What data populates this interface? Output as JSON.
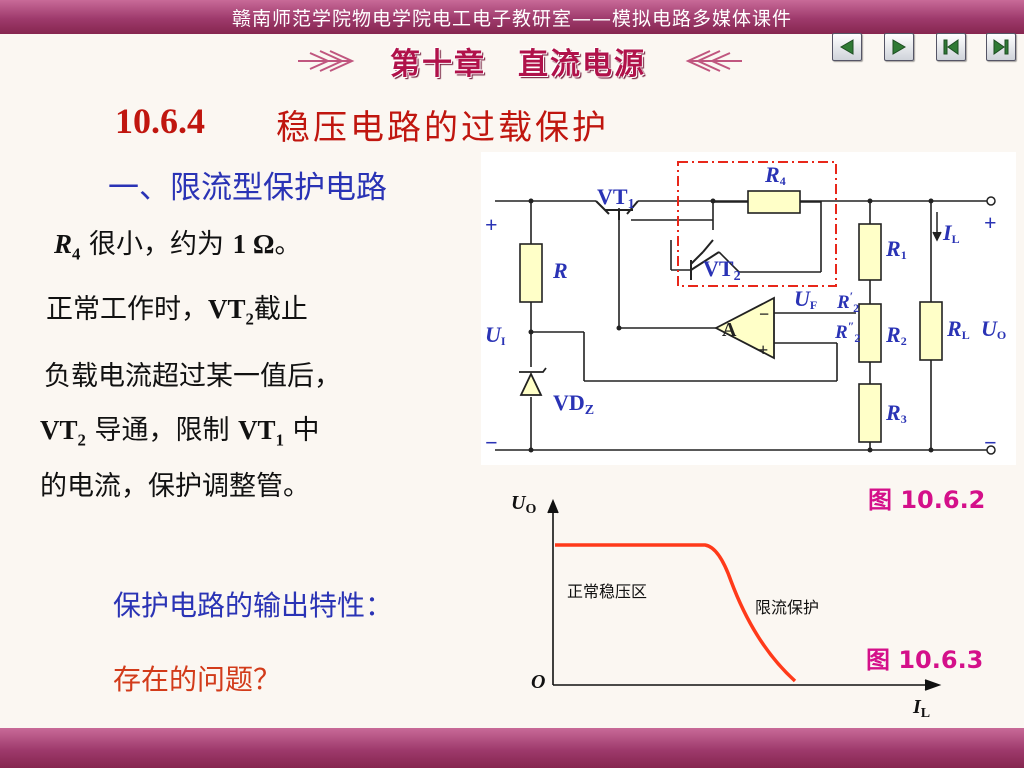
{
  "header": {
    "title": "赣南师范学院物电学院电工电子教研室——模拟电路多媒体课件"
  },
  "chapter": {
    "title": "第十章　直流电源"
  },
  "nav": [
    {
      "name": "prev-slide-icon",
      "glyph": "◀"
    },
    {
      "name": "next-slide-icon",
      "glyph": "▶"
    },
    {
      "name": "first-slide-icon",
      "glyph": "|◀"
    },
    {
      "name": "last-slide-icon",
      "glyph": "▶|"
    }
  ],
  "section": {
    "number": "10.6.4",
    "title": "稳压电路的过载保护"
  },
  "subsection": {
    "title": "一、限流型保护电路"
  },
  "notes": {
    "r4_sym": "R",
    "r4_sub": "4",
    "r4_text": " 很小，约为 ",
    "r4_value": "1 Ω",
    "r4_end": "。",
    "normal_text": "正常工作时，",
    "normal_vt": "VT",
    "normal_sub": "2",
    "normal_end": "截止",
    "overload_line1": "负载电流超过某一值后，",
    "overload_vt2": "VT",
    "overload_vt2_sub": "2",
    "overload_mid": " 导通，限制 ",
    "overload_vt1": "VT",
    "overload_vt1_sub": "1",
    "overload_end": " 中",
    "overload_line3": "的电流，保护调整管。"
  },
  "circuit": {
    "plus_left": "+",
    "plus_right": "+",
    "minus_left": "−",
    "minus_right": "−",
    "vt1": "VT",
    "vt1_sub": "1",
    "vt2": "VT",
    "vt2_sub": "2",
    "r4": "R",
    "r4_sub": "4",
    "r": "R",
    "r1": "R",
    "r1_sub": "1",
    "r2": "R",
    "r2_sub": "2",
    "r3": "R",
    "r3_sub": "3",
    "rl": "R",
    "rl_sub": "L",
    "ui": "U",
    "ui_sub": "I",
    "uo": "U",
    "uo_sub": "O",
    "uf": "U",
    "uf_sub": "F",
    "il": "I",
    "il_sub": "L",
    "vdz": "VD",
    "vdz_sub": "Z",
    "amp": "A",
    "amp_minus": "−",
    "amp_plus": "+",
    "r2p": "R",
    "r2p_sup": "′",
    "r2p_sub": "2",
    "r2pp": "R",
    "r2pp_sup": "″",
    "r2pp_sub": "2"
  },
  "figure_1": {
    "label": "图 10.6.2"
  },
  "graph": {
    "y_axis": "U",
    "y_axis_sub": "O",
    "x_axis": "I",
    "x_axis_sub": "L",
    "origin": "O",
    "region_normal": "正常稳压区",
    "region_limit": "限流保护"
  },
  "figure_2": {
    "label": "图 10.6.3"
  },
  "question_1": "保护电路的输出特性：",
  "question_2": "存在的问题？",
  "colors": {
    "bar": "#9e3a6c",
    "title_red": "#c0160f",
    "blue": "#2a33b5",
    "figure_magenta": "#d4108a",
    "curve": "#ff3a1a",
    "dash_box": "#e8271a"
  }
}
